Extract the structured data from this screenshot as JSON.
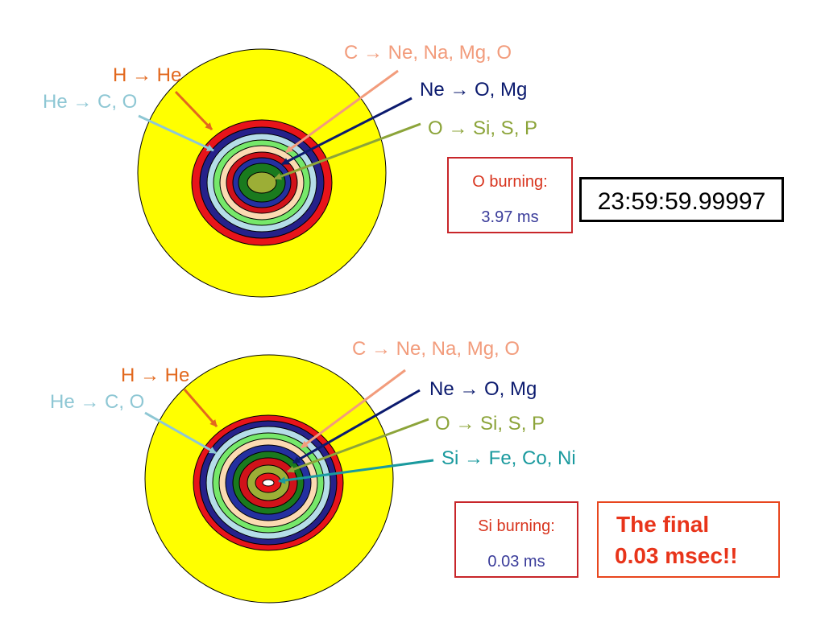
{
  "colors": {
    "h_he": "#E2681E",
    "he_c_o": "#8EC7D4",
    "c_ne": "#F29C7C",
    "ne_o": "#0B1A6E",
    "o_si": "#8CA43A",
    "si_fe": "#1A9A9E",
    "red_text": "#D8341E",
    "blue_text": "#3A3C9A",
    "box_border_red": "#C8262A",
    "box_border_orange": "#E8461E"
  },
  "top": {
    "labels": {
      "c_ne": "C → Ne, Na, Mg, O",
      "h_he": "H → He",
      "ne_o": "Ne → O, Mg",
      "he_c_o": "He → C, O",
      "o_si": "O → Si, S, P"
    },
    "burn_box": {
      "title": "O burning:",
      "time": "3.97 ms"
    },
    "clock": "23:59:59.99997"
  },
  "bottom": {
    "labels": {
      "c_ne": "C → Ne, Na, Mg, O",
      "h_he": "H → He",
      "ne_o": "Ne → O, Mg",
      "he_c_o": "He → C, O",
      "o_si": "O → Si, S, P",
      "si_fe": "Si → Fe, Co, Ni"
    },
    "burn_box": {
      "title": "Si burning:",
      "time": "0.03 ms"
    },
    "final_box": {
      "line1": "The final",
      "line2": "0.03 msec!!"
    }
  }
}
